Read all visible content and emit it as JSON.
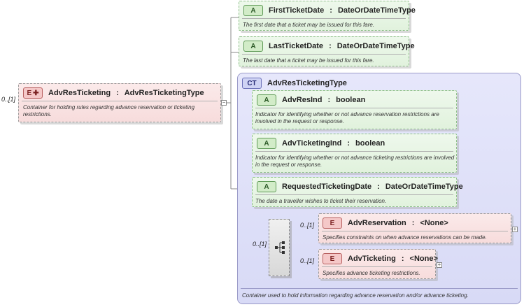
{
  "root": {
    "occurrence": "0..[1]",
    "badge": "E",
    "name": "AdvResTicketing",
    "sep": ":",
    "type": "AdvResTicketingType",
    "description": "Container for holding rules regarding advance reservation or ticketing restrictions."
  },
  "attributes": [
    {
      "badge": "A",
      "name": "FirstTicketDate",
      "sep": ":",
      "type": "DateOrDateTimeType",
      "description": "The first date that a ticket may be issued for this fare."
    },
    {
      "badge": "A",
      "name": "LastTicketDate",
      "sep": ":",
      "type": "DateOrDateTimeType",
      "description": "The last date that a ticket may be issued for this fare."
    }
  ],
  "complex_type": {
    "badge": "CT",
    "name": "AdvResTicketingType",
    "description": "Container used to hold information regarding advance reservation and/or advance ticketing.",
    "attributes": [
      {
        "badge": "A",
        "name": "AdvResInd",
        "sep": ":",
        "type": "boolean",
        "description": "Indicator for identifying whether or not advance reservation restrictions are involved in the request or response."
      },
      {
        "badge": "A",
        "name": "AdvTicketingInd",
        "sep": ":",
        "type": "boolean",
        "description": "Indicator for identifying whether or not advance ticketing restrictions are involved in the request or response."
      },
      {
        "badge": "A",
        "name": "RequestedTicketingDate",
        "sep": ":",
        "type": "DateOrDateTimeType",
        "description": "The date a traveller wishes to ticket their reservation."
      }
    ],
    "sequence_occurrence": "0..[1]",
    "elements": [
      {
        "occurrence": "0..[1]",
        "badge": "E",
        "name": "AdvReservation",
        "sep": ":",
        "type": "<None>",
        "description": "Specifies constraints on when advance reservations can be made."
      },
      {
        "occurrence": "0..[1]",
        "badge": "E",
        "name": "AdvTicketing",
        "sep": ":",
        "type": "<None>",
        "description": "Specifies advance ticketing restrictions."
      }
    ]
  },
  "colors": {
    "element_bg": "#f7dcdc",
    "attribute_bg": "#e1f2dd",
    "complex_type_bg": "#d8daf6"
  }
}
